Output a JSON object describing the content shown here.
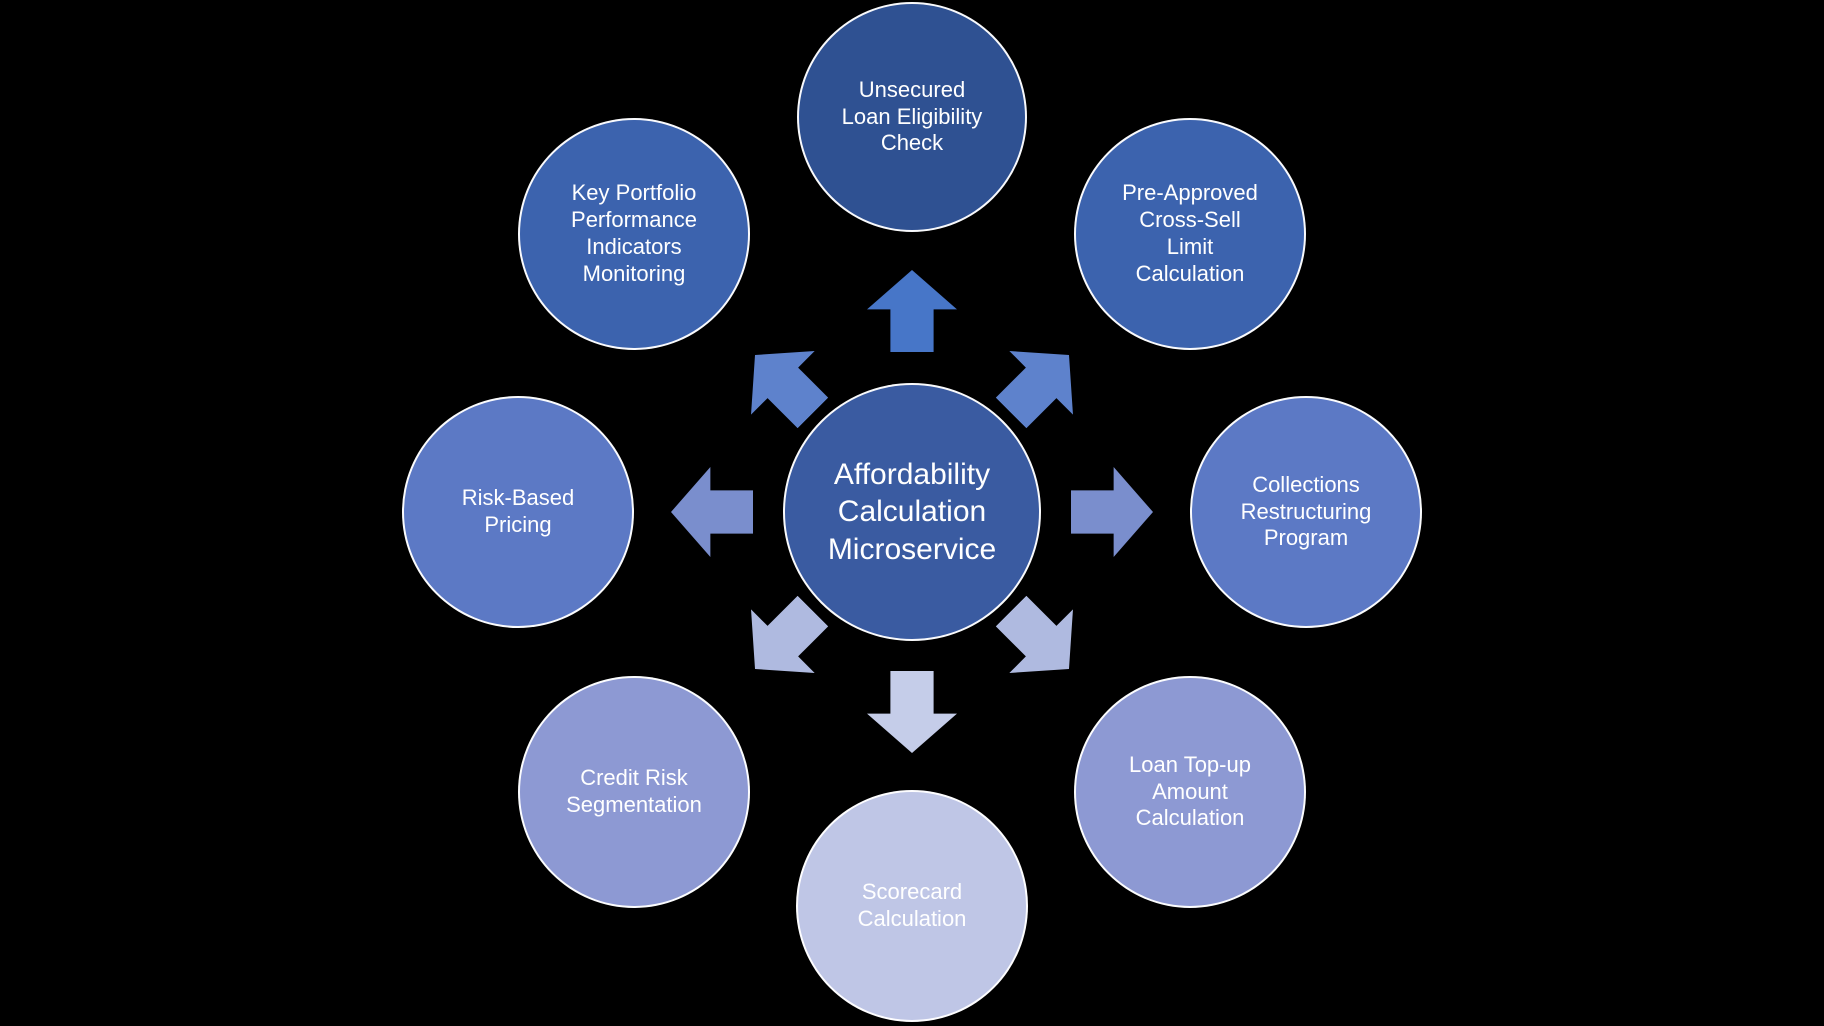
{
  "diagram": {
    "title": "Affordability Calculation Microservice radial diagram",
    "background_color": "#000000",
    "text_color": "#FFFFFF",
    "center": {
      "label": "Affordability\nCalculation\nMicroservice",
      "color": "#3A5BA1"
    },
    "nodes": [
      {
        "id": "unsecured-loan-eligibility-check",
        "position": "top",
        "label": "Unsecured\nLoan Eligibility\nCheck",
        "color": "#2F5192"
      },
      {
        "id": "pre-approved-cross-sell-limit",
        "position": "top-right",
        "label": "Pre-Approved\nCross-Sell\nLimit\nCalculation",
        "color": "#3C63AE"
      },
      {
        "id": "collections-restructuring",
        "position": "right",
        "label": "Collections\nRestructuring\nProgram",
        "color": "#5C79C5"
      },
      {
        "id": "loan-top-up-amount",
        "position": "bottom-right",
        "label": "Loan Top-up\nAmount\nCalculation",
        "color": "#8D99D3"
      },
      {
        "id": "scorecard-calculation",
        "position": "bottom",
        "label": "Scorecard\nCalculation",
        "color": "#BFC6E6"
      },
      {
        "id": "credit-risk-segmentation",
        "position": "bottom-left",
        "label": "Credit Risk\nSegmentation",
        "color": "#8D99D3"
      },
      {
        "id": "risk-based-pricing",
        "position": "left",
        "label": "Risk-Based\nPricing",
        "color": "#5C79C5"
      },
      {
        "id": "key-portfolio-kpi-monitoring",
        "position": "top-left",
        "label": "Key Portfolio\nPerformance\nIndicators\nMonitoring",
        "color": "#3C63AE"
      }
    ],
    "arrows": [
      {
        "direction": "up",
        "color": "#4776C8"
      },
      {
        "direction": "up-right",
        "color": "#5E82CC"
      },
      {
        "direction": "right",
        "color": "#7A8ECD"
      },
      {
        "direction": "down-right",
        "color": "#AFBAE0"
      },
      {
        "direction": "down",
        "color": "#C5CDE9"
      },
      {
        "direction": "down-left",
        "color": "#AFBAE0"
      },
      {
        "direction": "left",
        "color": "#7A8ECD"
      },
      {
        "direction": "up-left",
        "color": "#5E82CC"
      }
    ]
  }
}
